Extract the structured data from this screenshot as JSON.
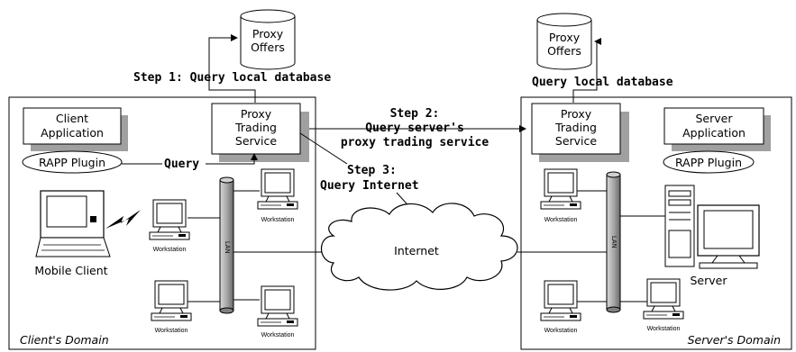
{
  "proxy_offers_left": {
    "line1": "Proxy",
    "line2": "Offers"
  },
  "proxy_offers_right": {
    "line1": "Proxy",
    "line2": "Offers"
  },
  "step1": "Step 1: Query local database",
  "right_query_db": "Query local database",
  "client_app": {
    "line1": "Client",
    "line2": "Application"
  },
  "server_app": {
    "line1": "Server",
    "line2": "Application"
  },
  "proxy_left": {
    "line1": "Proxy",
    "line2": "Trading",
    "line3": "Service"
  },
  "proxy_right": {
    "line1": "Proxy",
    "line2": "Trading",
    "line3": "Service"
  },
  "rapp_left": "RAPP Plugin",
  "rapp_right": "RAPP Plugin",
  "query": "Query",
  "step2": {
    "line1": "Step 2:",
    "line2": "Query server's",
    "line3": "proxy trading service"
  },
  "step3": {
    "line1": "Step 3:",
    "line2": "Query Internet"
  },
  "internet": "Internet",
  "workstation": "Workstation",
  "lan": "LAN",
  "mobile_client": "Mobile Client",
  "server": "Server",
  "client_domain": "Client's Domain",
  "server_domain": "Server's Domain"
}
